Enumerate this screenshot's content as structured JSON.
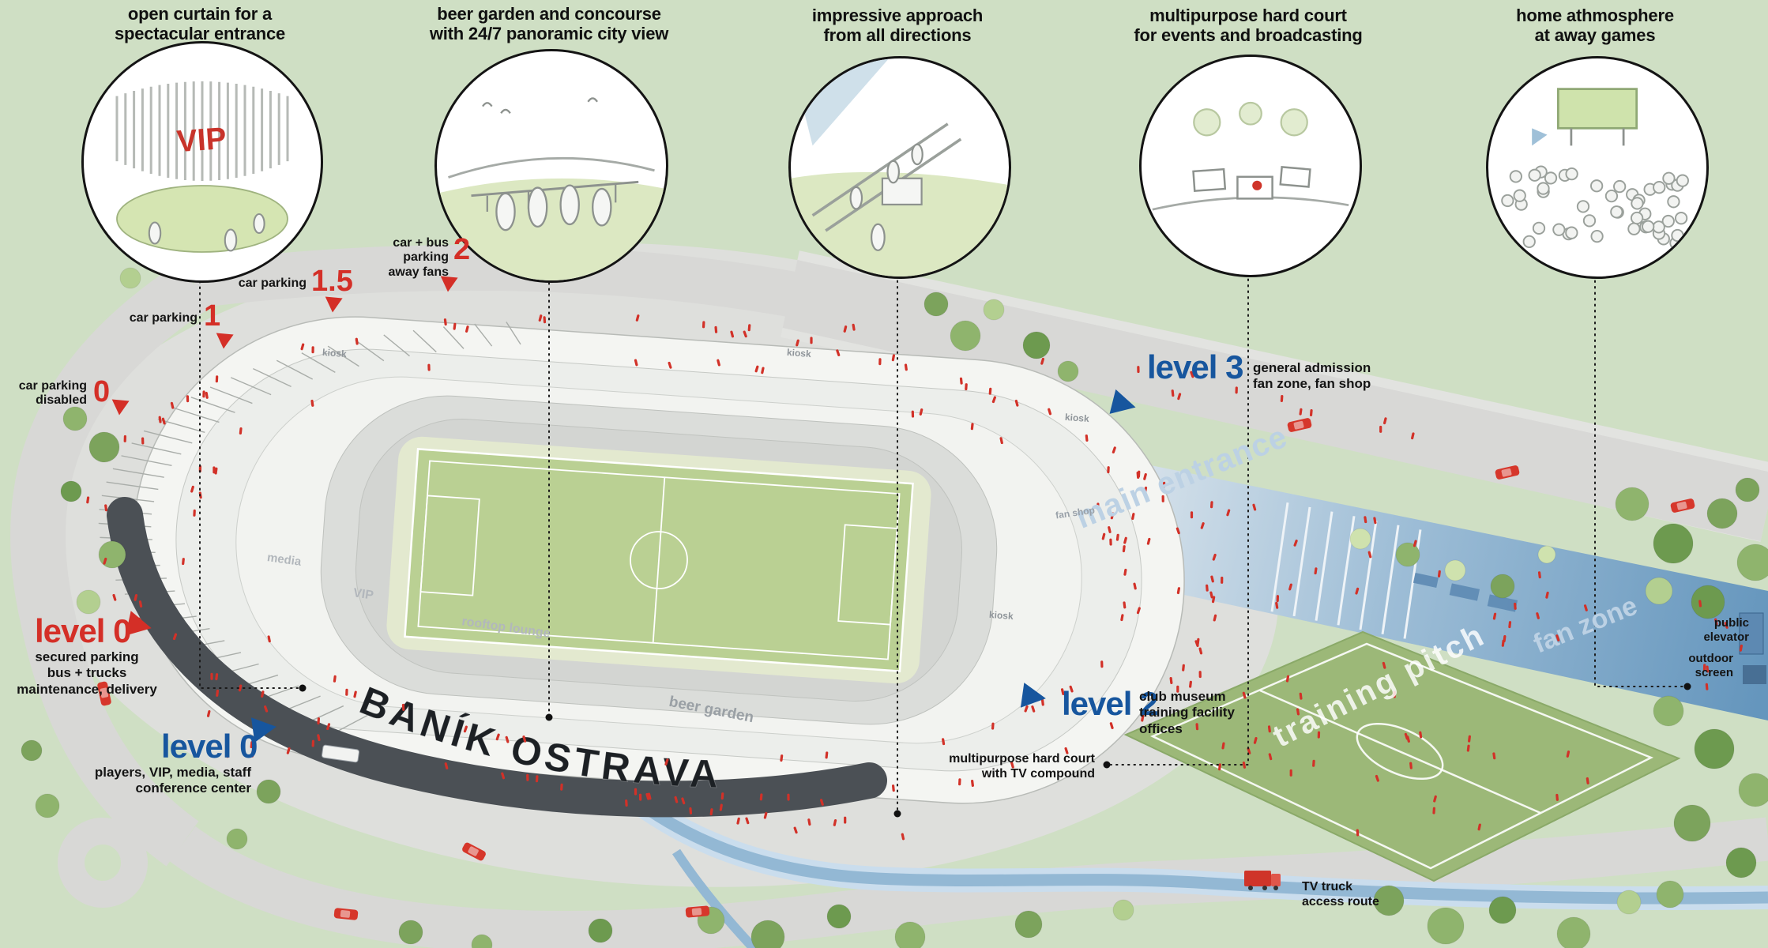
{
  "palette": {
    "red": "#d42f27",
    "blue": "#17569e",
    "background": "#cfdfc4"
  },
  "callouts": [
    {
      "line1": "open curtain for a",
      "line2": "spectacular entrance",
      "sketch": "VIP"
    },
    {
      "line1": "beer garden and concourse",
      "line2": "with 24/7 panoramic city view"
    },
    {
      "line1": "impressive approach",
      "line2": "from all directions"
    },
    {
      "line1": "multipurpose hard court",
      "line2": "for events and broadcasting"
    },
    {
      "line1": "home athmosphere",
      "line2": "at away games"
    }
  ],
  "parking": [
    {
      "label": "car parking\ndisabled",
      "number": "0"
    },
    {
      "label": "car parking",
      "number": "1"
    },
    {
      "label": "car parking",
      "number": "1.5"
    },
    {
      "label": "car + bus parking\naway fans",
      "number": "2"
    }
  ],
  "levels": {
    "level3": {
      "name": "level 3",
      "desc": "general admission\nfan zone, fan shop"
    },
    "level2": {
      "name": "level 2",
      "desc": "club museum\ntraining facility\noffices"
    },
    "level0_blue": {
      "name": "level 0",
      "desc": "players, VIP, media, staff\nconference center"
    },
    "level0_red": {
      "name": "level 0",
      "desc": "secured parking\nbus + trucks\nmaintenance, delivery"
    }
  },
  "site": {
    "stadium_name": "BANÍK OSTRAVA",
    "training_pitch": "training pitch",
    "main_entrance": "main entrance",
    "fan_zone": "fan zone",
    "fan_shop": "fan shop",
    "beer_garden": "beer garden",
    "rooftop_lounge": "rooftop lounge",
    "vip": "VIP",
    "media": "media",
    "kiosk": "kiosk",
    "hard_court": "multipurpose hard court\nwith TV compound",
    "tv_truck": "TV truck\naccess route",
    "public_elevator": "public\nelevator",
    "outdoor_screen": "outdoor\nscreen"
  }
}
